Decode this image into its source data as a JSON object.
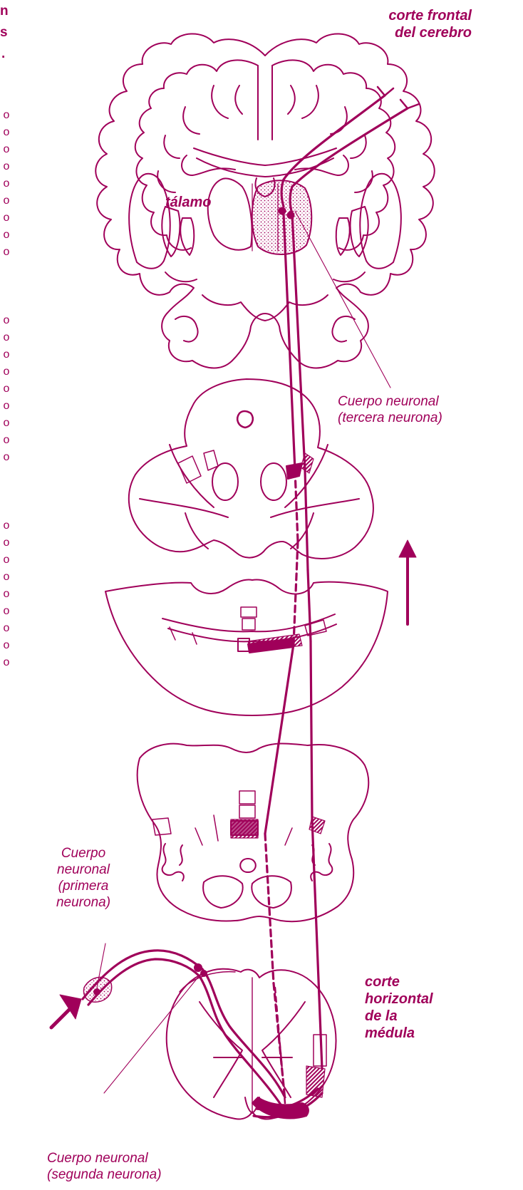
{
  "margin_letters": [
    "n",
    "s",
    "."
  ],
  "side_dots": [
    "o",
    "o",
    "o",
    "o",
    "o",
    "o",
    "o",
    "o",
    "o",
    "o",
    "o",
    "o",
    "o",
    "o",
    "o",
    "o",
    "o",
    "o",
    "o",
    "o",
    "o",
    "o",
    "o",
    "o",
    "o",
    "o",
    "o"
  ],
  "labels": {
    "frontal_cut_line1": "corte frontal",
    "frontal_cut_line2": "del cerebro",
    "thalamus": "tálamo",
    "third_neuron_line1": "Cuerpo neuronal",
    "third_neuron_line2": "(tercera neurona)",
    "first_neuron_line1": "Cuerpo",
    "first_neuron_line2": "neuronal",
    "first_neuron_line3": "(primera",
    "first_neuron_line4": "neurona)",
    "horizontal_cut_line1": "corte",
    "horizontal_cut_line2": "horizontal",
    "horizontal_cut_line3": "de la",
    "horizontal_cut_line4": "médula",
    "second_neuron_line1": "Cuerpo neuronal",
    "second_neuron_line2": "(segunda neurona)"
  },
  "colors": {
    "line": "#a0005a",
    "background": "#ffffff"
  }
}
